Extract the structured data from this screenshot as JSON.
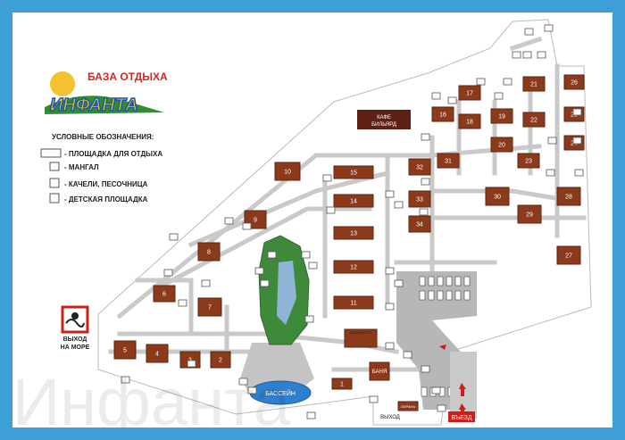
{
  "logo": {
    "line1": "БАЗА ОТДЫХА",
    "line2": "ИНФАНТА"
  },
  "legend": {
    "title": "УСЛОВНЫЕ ОБОЗНАЧЕНИЯ:",
    "items": [
      {
        "label": "- ПЛОЩАДКА ДЛЯ ОТДЫХА",
        "icon": "gazebo-icon"
      },
      {
        "label": "- МАНГАЛ",
        "icon": "grill-icon"
      },
      {
        "label": "- КАЧЕЛИ, ПЕСОЧНИЦА",
        "icon": "swing-icon"
      },
      {
        "label": "- ДЕТСКАЯ ПЛОЩАДКА",
        "icon": "playground-icon"
      }
    ]
  },
  "places": {
    "cafe": "КАФЕ\nБИЛЬЯРД",
    "sea_exit": "ВЫХОД\nНА МОРЕ",
    "pool": "БАССЕЙН",
    "sauna": "БАНЯ",
    "admin": "АДМИНИСТР.",
    "exit": "ВЫХОД",
    "entry": "ВЪЕЗД",
    "security": "ОХРАНА"
  },
  "buildings": [
    "1",
    "2",
    "3",
    "4",
    "5",
    "6",
    "7",
    "8",
    "9",
    "10",
    "11",
    "12",
    "13",
    "14",
    "15",
    "16",
    "17",
    "18",
    "19",
    "20",
    "21",
    "22",
    "23",
    "24",
    "25",
    "26",
    "27",
    "28",
    "29",
    "30",
    "31",
    "32",
    "33",
    "34"
  ],
  "watermark": "Инфанта",
  "colors": {
    "frame": "#3e9fd6",
    "building": "#8b3a1c",
    "road": "#c9c9c9",
    "logo_red": "#d9251c",
    "logo_blue": "#1f57a8",
    "pool": "#2f7fd0"
  }
}
